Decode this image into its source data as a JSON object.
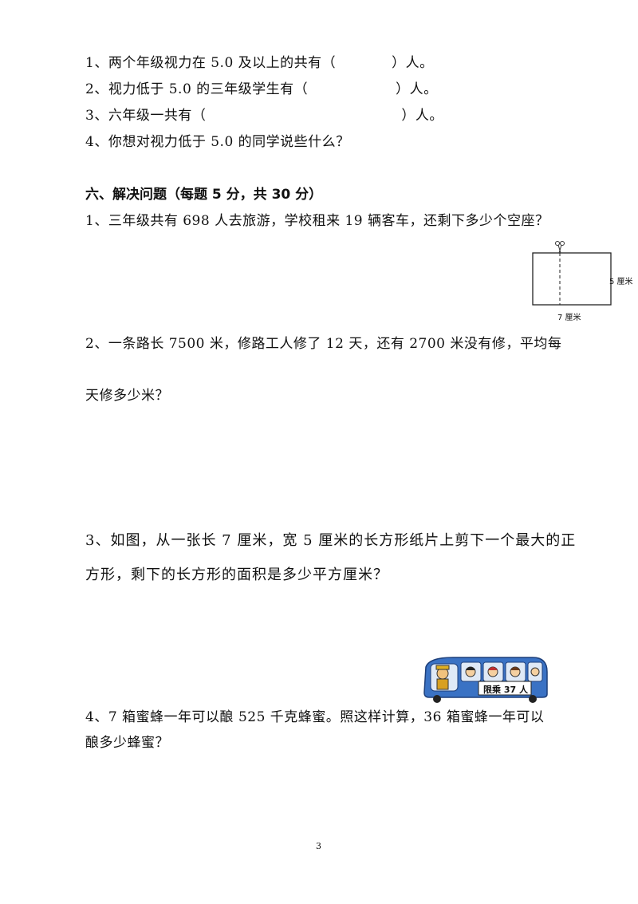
{
  "questions_part5": [
    {
      "prefix": "1、两个年级视力在 5.0 及以上的共有（",
      "suffix": "）人。"
    },
    {
      "prefix": "2、视力低于 5.0 的三年级学生有（",
      "suffix": "）人。"
    },
    {
      "prefix": "3、六年级一共有（",
      "suffix": "）人。"
    },
    {
      "text": "4、你想对视力低于 5.0 的同学说些什么？"
    }
  ],
  "section6": {
    "title": "六、解决问题（每题 5 分，共 30 分）",
    "q1": "1、三年级共有 698 人去旅游，学校租来 19 辆客车，还剩下多少个空座？",
    "q2_line1": "2、一条路长 7500 米，修路工人修了 12 天，还有 2700 米没有修，平均每",
    "q2_line2": "天修多少米？",
    "q3_line1": "3、如图，从一张长 7 厘米，宽 5 厘米的长方形纸片上剪下一个最大的正",
    "q3_line2": "方形，剩下的长方形的面积是多少平方厘米？",
    "q4_line1": "4、7 箱蜜蜂一年可以酿 525 千克蜂蜜。照这样计算，36 箱蜜蜂一年可以",
    "q4_line2": "酿多少蜂蜜？"
  },
  "figure_rect": {
    "width_label": "7 厘米",
    "height_label": "5 厘米"
  },
  "figure_bus": {
    "sign_text": "限乘  37 人"
  },
  "page_number": "3"
}
